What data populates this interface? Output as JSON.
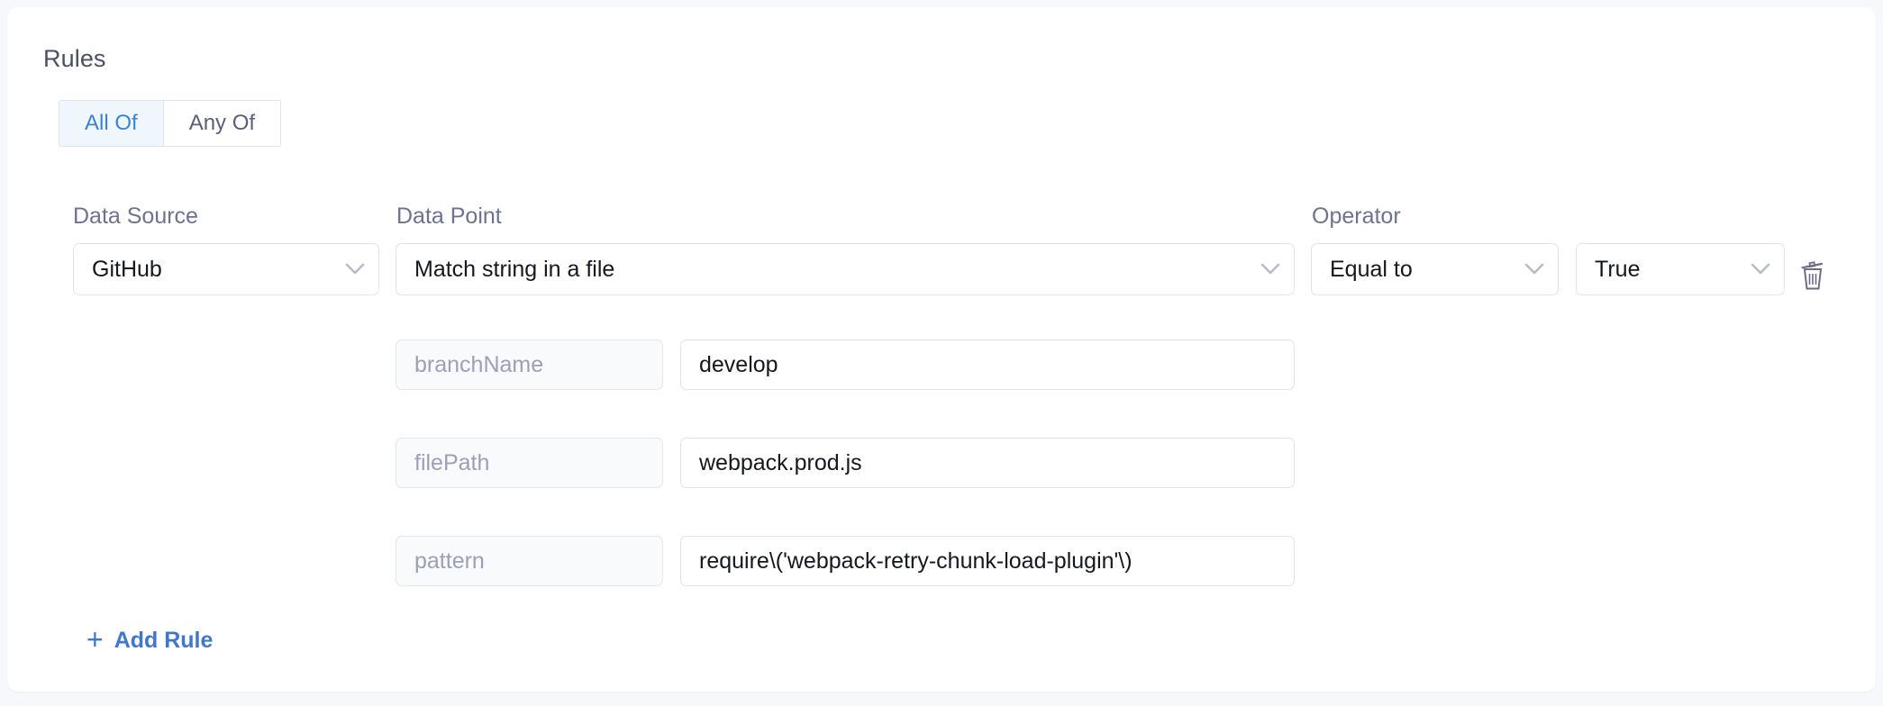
{
  "panel": {
    "title": "Rules"
  },
  "mode_toggle": {
    "options": [
      {
        "label": "All Of",
        "active": true
      },
      {
        "label": "Any Of",
        "active": false
      }
    ]
  },
  "columns": {
    "data_source_label": "Data Source",
    "data_point_label": "Data Point",
    "operator_label": "Operator"
  },
  "rule": {
    "data_source": "GitHub",
    "data_point": "Match string in a file",
    "operator": "Equal to",
    "value": "True",
    "delete_icon": "trash-icon",
    "parameters": [
      {
        "key": "branchName",
        "value": "develop"
      },
      {
        "key": "filePath",
        "value": "webpack.prod.js"
      },
      {
        "key": "pattern",
        "value": "require\\('webpack-retry-chunk-load-plugin'\\)"
      }
    ]
  },
  "add_rule": {
    "icon": "plus-icon",
    "label": "Add Rule"
  },
  "colors": {
    "accent_blue": "#3f77cc",
    "tab_active_bg": "#f0f7fc",
    "tab_active_text": "#3b82d6",
    "label_gray": "#6e7291",
    "placeholder_gray": "#9ba0b5",
    "border_gray": "#e0e3ec",
    "page_bg": "#f6f8fb",
    "card_bg": "#ffffff"
  }
}
